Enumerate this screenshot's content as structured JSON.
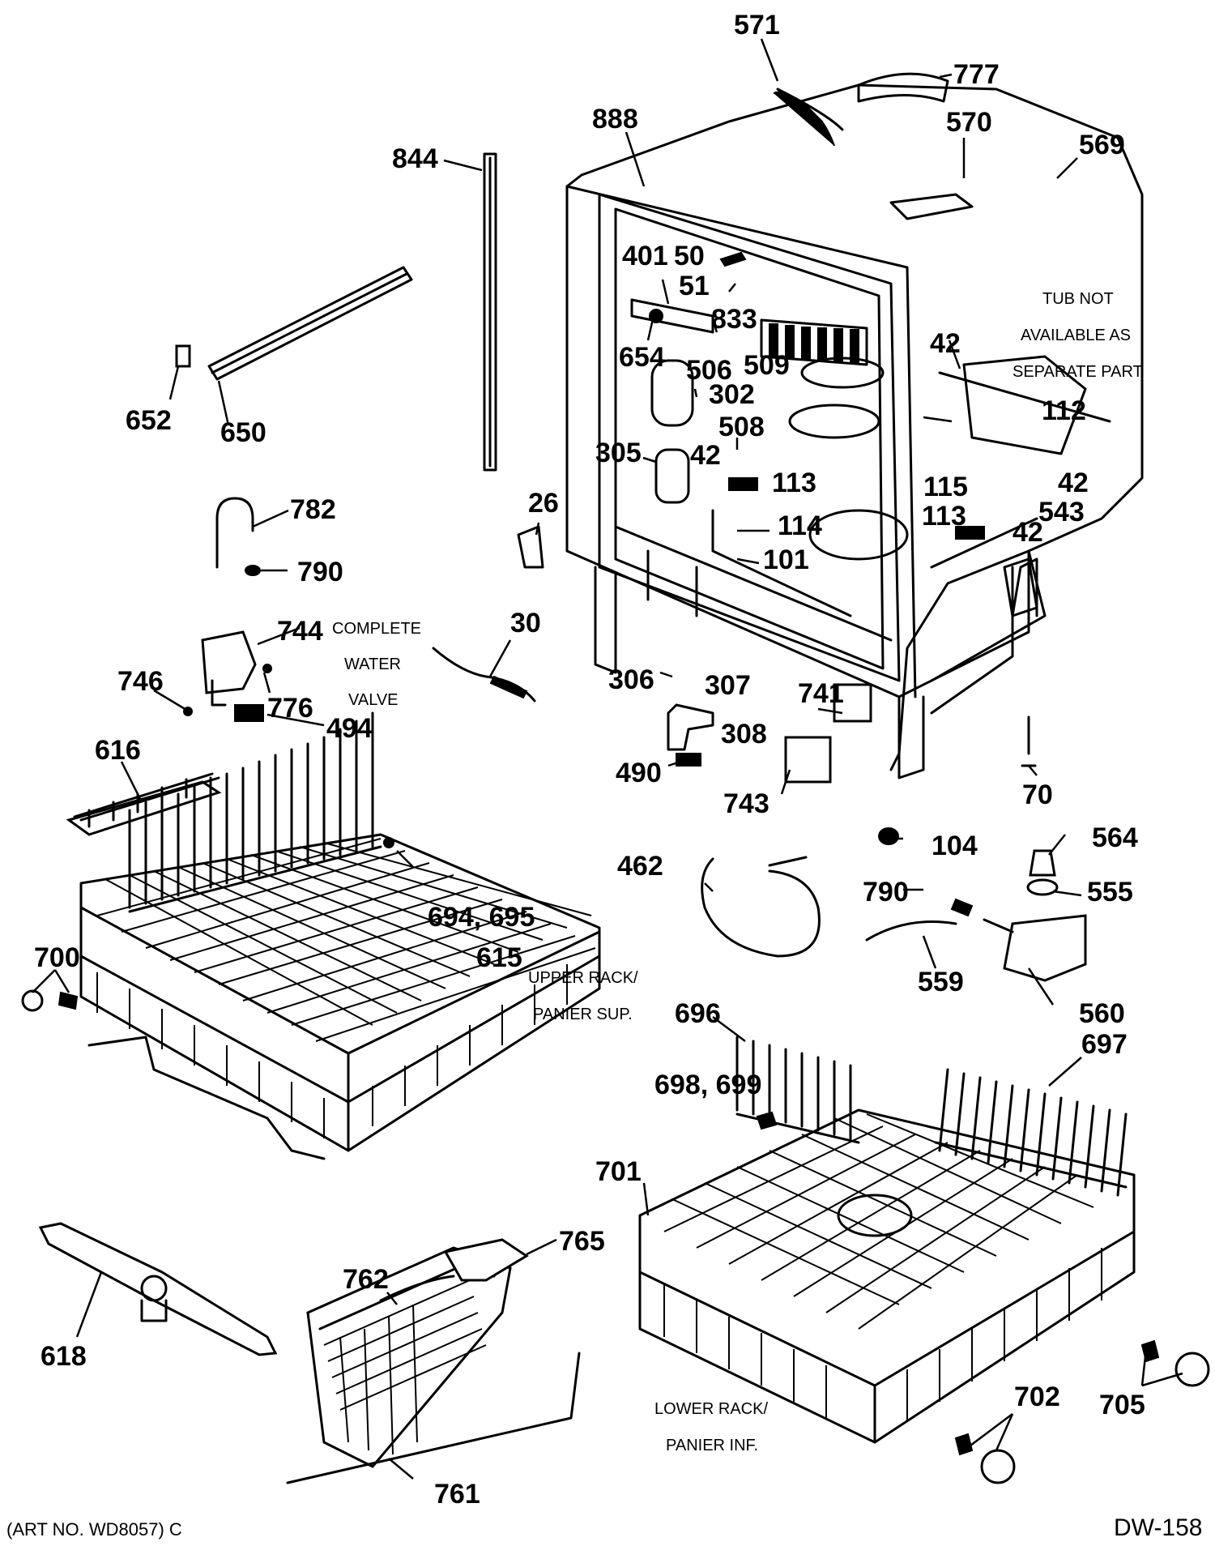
{
  "labels": {
    "l571": "571",
    "l777": "777",
    "l570": "570",
    "l569": "569",
    "l888": "888",
    "l844": "844",
    "l401": "401",
    "l50": "50",
    "l51": "51",
    "l833": "833",
    "l654": "654",
    "l506": "506",
    "l509": "509",
    "l42a": "42",
    "l42b": "42",
    "l42c": "42",
    "l42d": "42",
    "l302": "302",
    "l508": "508",
    "l112": "112",
    "l305": "305",
    "l113a": "113",
    "l113b": "113",
    "l115": "115",
    "l543": "543",
    "l114": "114",
    "l101": "101",
    "l652": "652",
    "l650": "650",
    "l26": "26",
    "l782": "782",
    "l790a": "790",
    "l790b": "790",
    "l744": "744",
    "l30": "30",
    "l746": "746",
    "l776": "776",
    "l494": "494",
    "l306": "306",
    "l307": "307",
    "l741": "741",
    "l308": "308",
    "l616": "616",
    "l490": "490",
    "l743": "743",
    "l70": "70",
    "l104": "104",
    "l564": "564",
    "l462": "462",
    "l555": "555",
    "l694": "694, 695",
    "l559": "559",
    "l700": "700",
    "l615": "615",
    "l560": "560",
    "l696": "696",
    "l697": "697",
    "l698": "698, 699",
    "l701": "701",
    "l765": "765",
    "l762": "762",
    "l618": "618",
    "l702": "702",
    "l705": "705",
    "l761": "761"
  },
  "notes": {
    "tub_1": "TUB NOT",
    "tub_2": "AVAILABLE AS",
    "tub_3": "SEPARATE PART",
    "valve_1": "COMPLETE",
    "valve_2": "WATER",
    "valve_3": "VALVE",
    "upper_1": "UPPER RACK/",
    "upper_2": "PANIER SUP.",
    "lower_1": "LOWER RACK/",
    "lower_2": "PANIER INF."
  },
  "footer": {
    "art_no": "(ART NO. WD8057) C",
    "page_code": "DW-158"
  }
}
